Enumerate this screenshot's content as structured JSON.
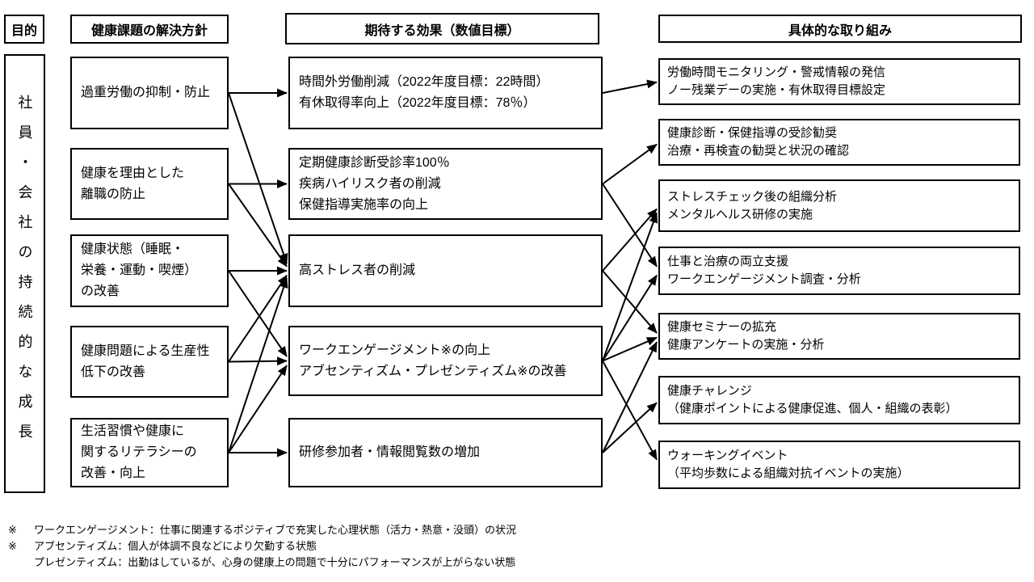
{
  "purpose": {
    "header": "目的",
    "text": "社員・会社の持続的な成長"
  },
  "columns": {
    "solutions": {
      "header": "健康課題の解決方針",
      "boxes": [
        {
          "id": "s1",
          "lines": [
            "過重労働の抑制・防止"
          ]
        },
        {
          "id": "s2",
          "lines": [
            "健康を理由とした",
            "離職の防止"
          ]
        },
        {
          "id": "s3",
          "lines": [
            "健康状態（睡眠・",
            "栄養・運動・喫煙）",
            "の改善"
          ]
        },
        {
          "id": "s4",
          "lines": [
            "健康問題による生産性",
            "低下の改善"
          ]
        },
        {
          "id": "s5",
          "lines": [
            "生活習慣や健康に",
            "関するリテラシーの",
            "改善・向上"
          ]
        }
      ]
    },
    "effects": {
      "header": "期待する効果（数値目標）",
      "boxes": [
        {
          "id": "e1",
          "lines": [
            "時間外労働削減（2022年度目標：22時間）",
            "有休取得率向上（2022年度目標：78％）"
          ]
        },
        {
          "id": "e2",
          "lines": [
            "定期健康診断受診率100％",
            "疾病ハイリスク者の削減",
            "保健指導実施率の向上"
          ]
        },
        {
          "id": "e3",
          "lines": [
            "高ストレス者の削減"
          ]
        },
        {
          "id": "e4",
          "lines": [
            "ワークエンゲージメント※の向上",
            "アブセンティズム・プレゼンティズム※の改善"
          ]
        },
        {
          "id": "e5",
          "lines": [
            "研修参加者・情報閲覧数の増加"
          ]
        }
      ]
    },
    "initiatives": {
      "header": "具体的な取り組み",
      "boxes": [
        {
          "id": "a1",
          "lines": [
            "労働時間モニタリング・警戒情報の発信",
            "ノー残業デーの実施・有休取得目標設定"
          ]
        },
        {
          "id": "a2",
          "lines": [
            "健康診断・保健指導の受診勧奨",
            "治療・再検査の勧奨と状況の確認"
          ]
        },
        {
          "id": "a3",
          "lines": [
            "ストレスチェック後の組織分析",
            "メンタルヘルス研修の実施"
          ]
        },
        {
          "id": "a4",
          "lines": [
            "仕事と治療の両立支援",
            "ワークエンゲージメント調査・分析"
          ]
        },
        {
          "id": "a5",
          "lines": [
            "健康セミナーの拡充",
            "健康アンケートの実施・分析"
          ]
        },
        {
          "id": "a6",
          "lines": [
            "健康チャレンジ",
            "（健康ポイントによる健康促進、個人・組織の表彰）"
          ]
        },
        {
          "id": "a7",
          "lines": [
            "ウォーキングイベント",
            "（平均歩数による組織対抗イベントの実施）"
          ]
        }
      ]
    }
  },
  "connections": [
    [
      "s1",
      "e1"
    ],
    [
      "s1",
      "e3"
    ],
    [
      "s2",
      "e2"
    ],
    [
      "s2",
      "e3"
    ],
    [
      "s3",
      "e3"
    ],
    [
      "s3",
      "e4"
    ],
    [
      "s4",
      "e3"
    ],
    [
      "s4",
      "e4"
    ],
    [
      "s5",
      "e3"
    ],
    [
      "s5",
      "e4"
    ],
    [
      "s5",
      "e5"
    ],
    [
      "e1",
      "a1"
    ],
    [
      "e2",
      "a2"
    ],
    [
      "e2",
      "a4"
    ],
    [
      "e3",
      "a3"
    ],
    [
      "e3",
      "a5"
    ],
    [
      "e4",
      "a3"
    ],
    [
      "e4",
      "a4"
    ],
    [
      "e4",
      "a5"
    ],
    [
      "e4",
      "a7"
    ],
    [
      "e5",
      "a5"
    ],
    [
      "e5",
      "a6"
    ]
  ],
  "footnotes": [
    {
      "marker": "※",
      "text": "ワークエンゲージメント：仕事に関連するポジティブで充実した心理状態（活力・熱意・没頭）の状況"
    },
    {
      "marker": "※",
      "text": "アブセンティズム：個人が体調不良などにより欠勤する状態"
    },
    {
      "marker": "",
      "text": "プレゼンティズム：出勤はしているが、心身の健康上の問題で十分にパフォーマンスが上がらない状態"
    }
  ],
  "colors": {
    "line": "#000000",
    "background": "#ffffff",
    "text": "#000000"
  }
}
